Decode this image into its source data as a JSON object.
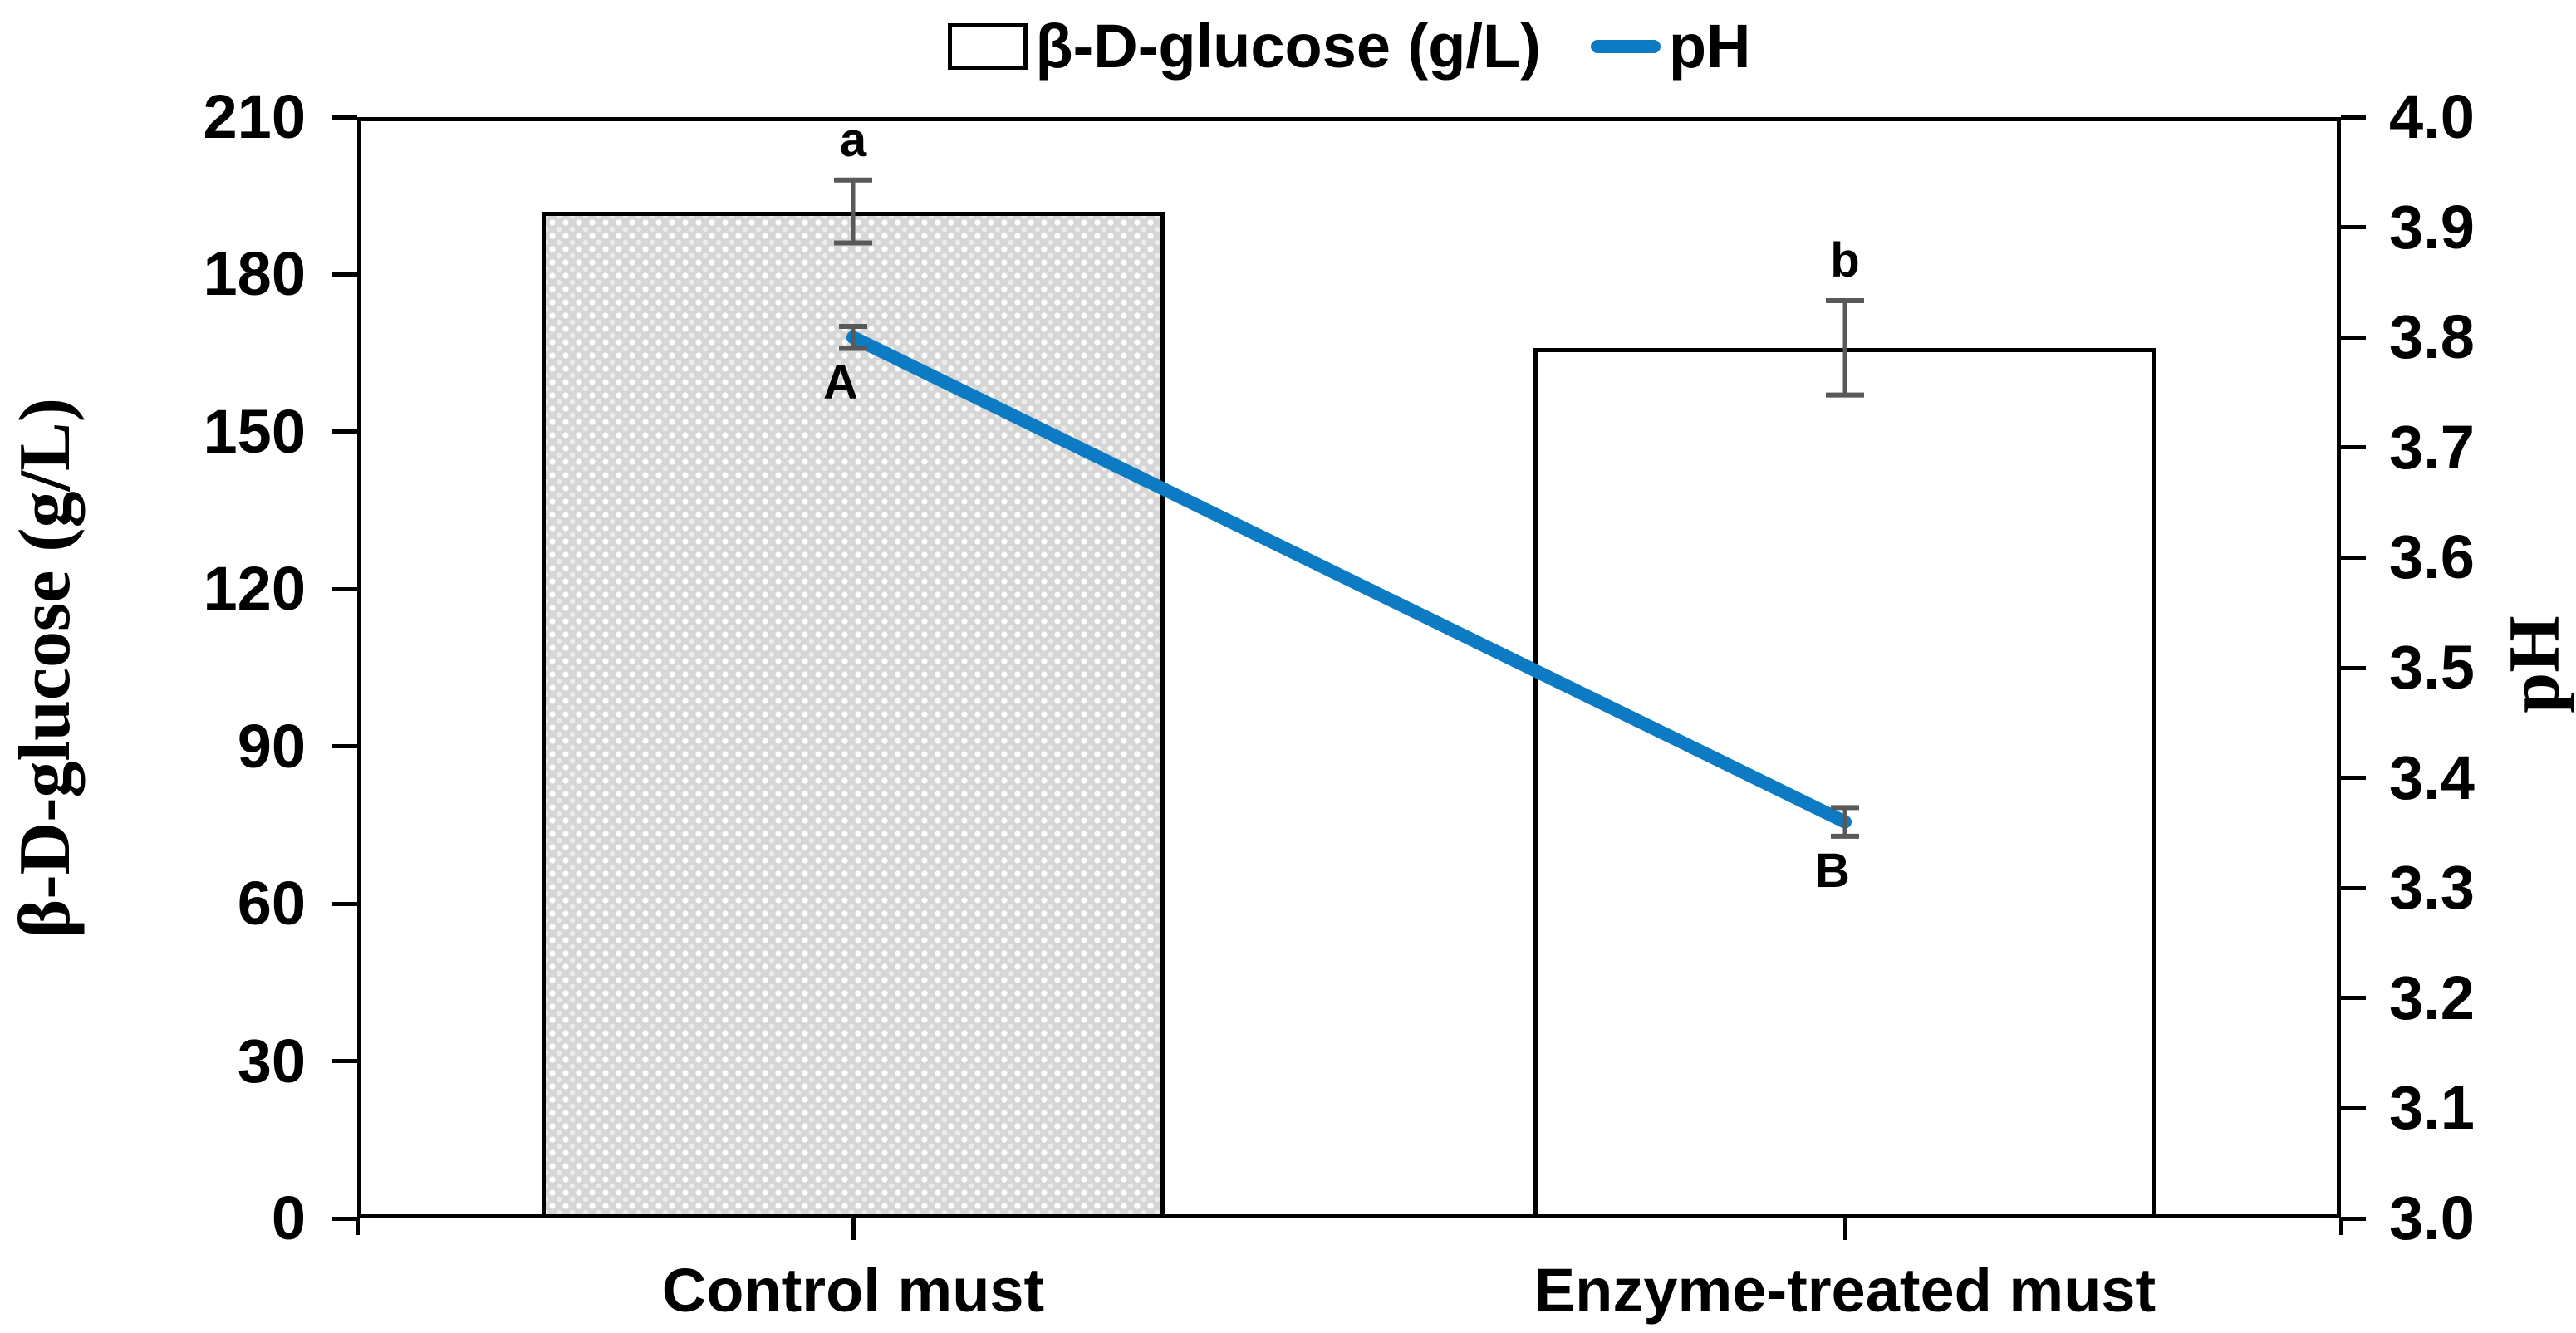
{
  "chart_data": {
    "type": "combo",
    "categories": [
      "Control must",
      "Enzyme-treated must"
    ],
    "series": [
      {
        "name": "β-D-glucose (g/L)",
        "type": "bar",
        "axis": "left",
        "values": [
          192,
          166
        ],
        "error_bars": [
          6,
          9
        ],
        "significance_labels": [
          "a",
          "b"
        ],
        "bar_fills": [
          "dotted-pattern-gray",
          "white"
        ]
      },
      {
        "name": "pH",
        "type": "line",
        "axis": "right",
        "values": [
          3.8,
          3.36
        ],
        "error_bars": [
          0.01,
          0.013
        ],
        "significance_labels": [
          "A",
          "B"
        ],
        "color": "#0C7BC3"
      }
    ],
    "left_axis": {
      "title": "β-D-glucose (g/L)",
      "min": 0,
      "max": 210,
      "step": 30
    },
    "right_axis": {
      "title": "pH",
      "min": 3.0,
      "max": 4.0,
      "step": 0.1
    },
    "legend_position": "top-center",
    "grid": false,
    "colors": {
      "line": "#0C7BC3",
      "bar_pattern_fill": "#D6D6D6",
      "bar_plain_fill": "#FFFFFF",
      "bar_border": "#000000",
      "error_bar": "#595959",
      "axis": "#000000",
      "background": "#FFFFFF"
    }
  }
}
